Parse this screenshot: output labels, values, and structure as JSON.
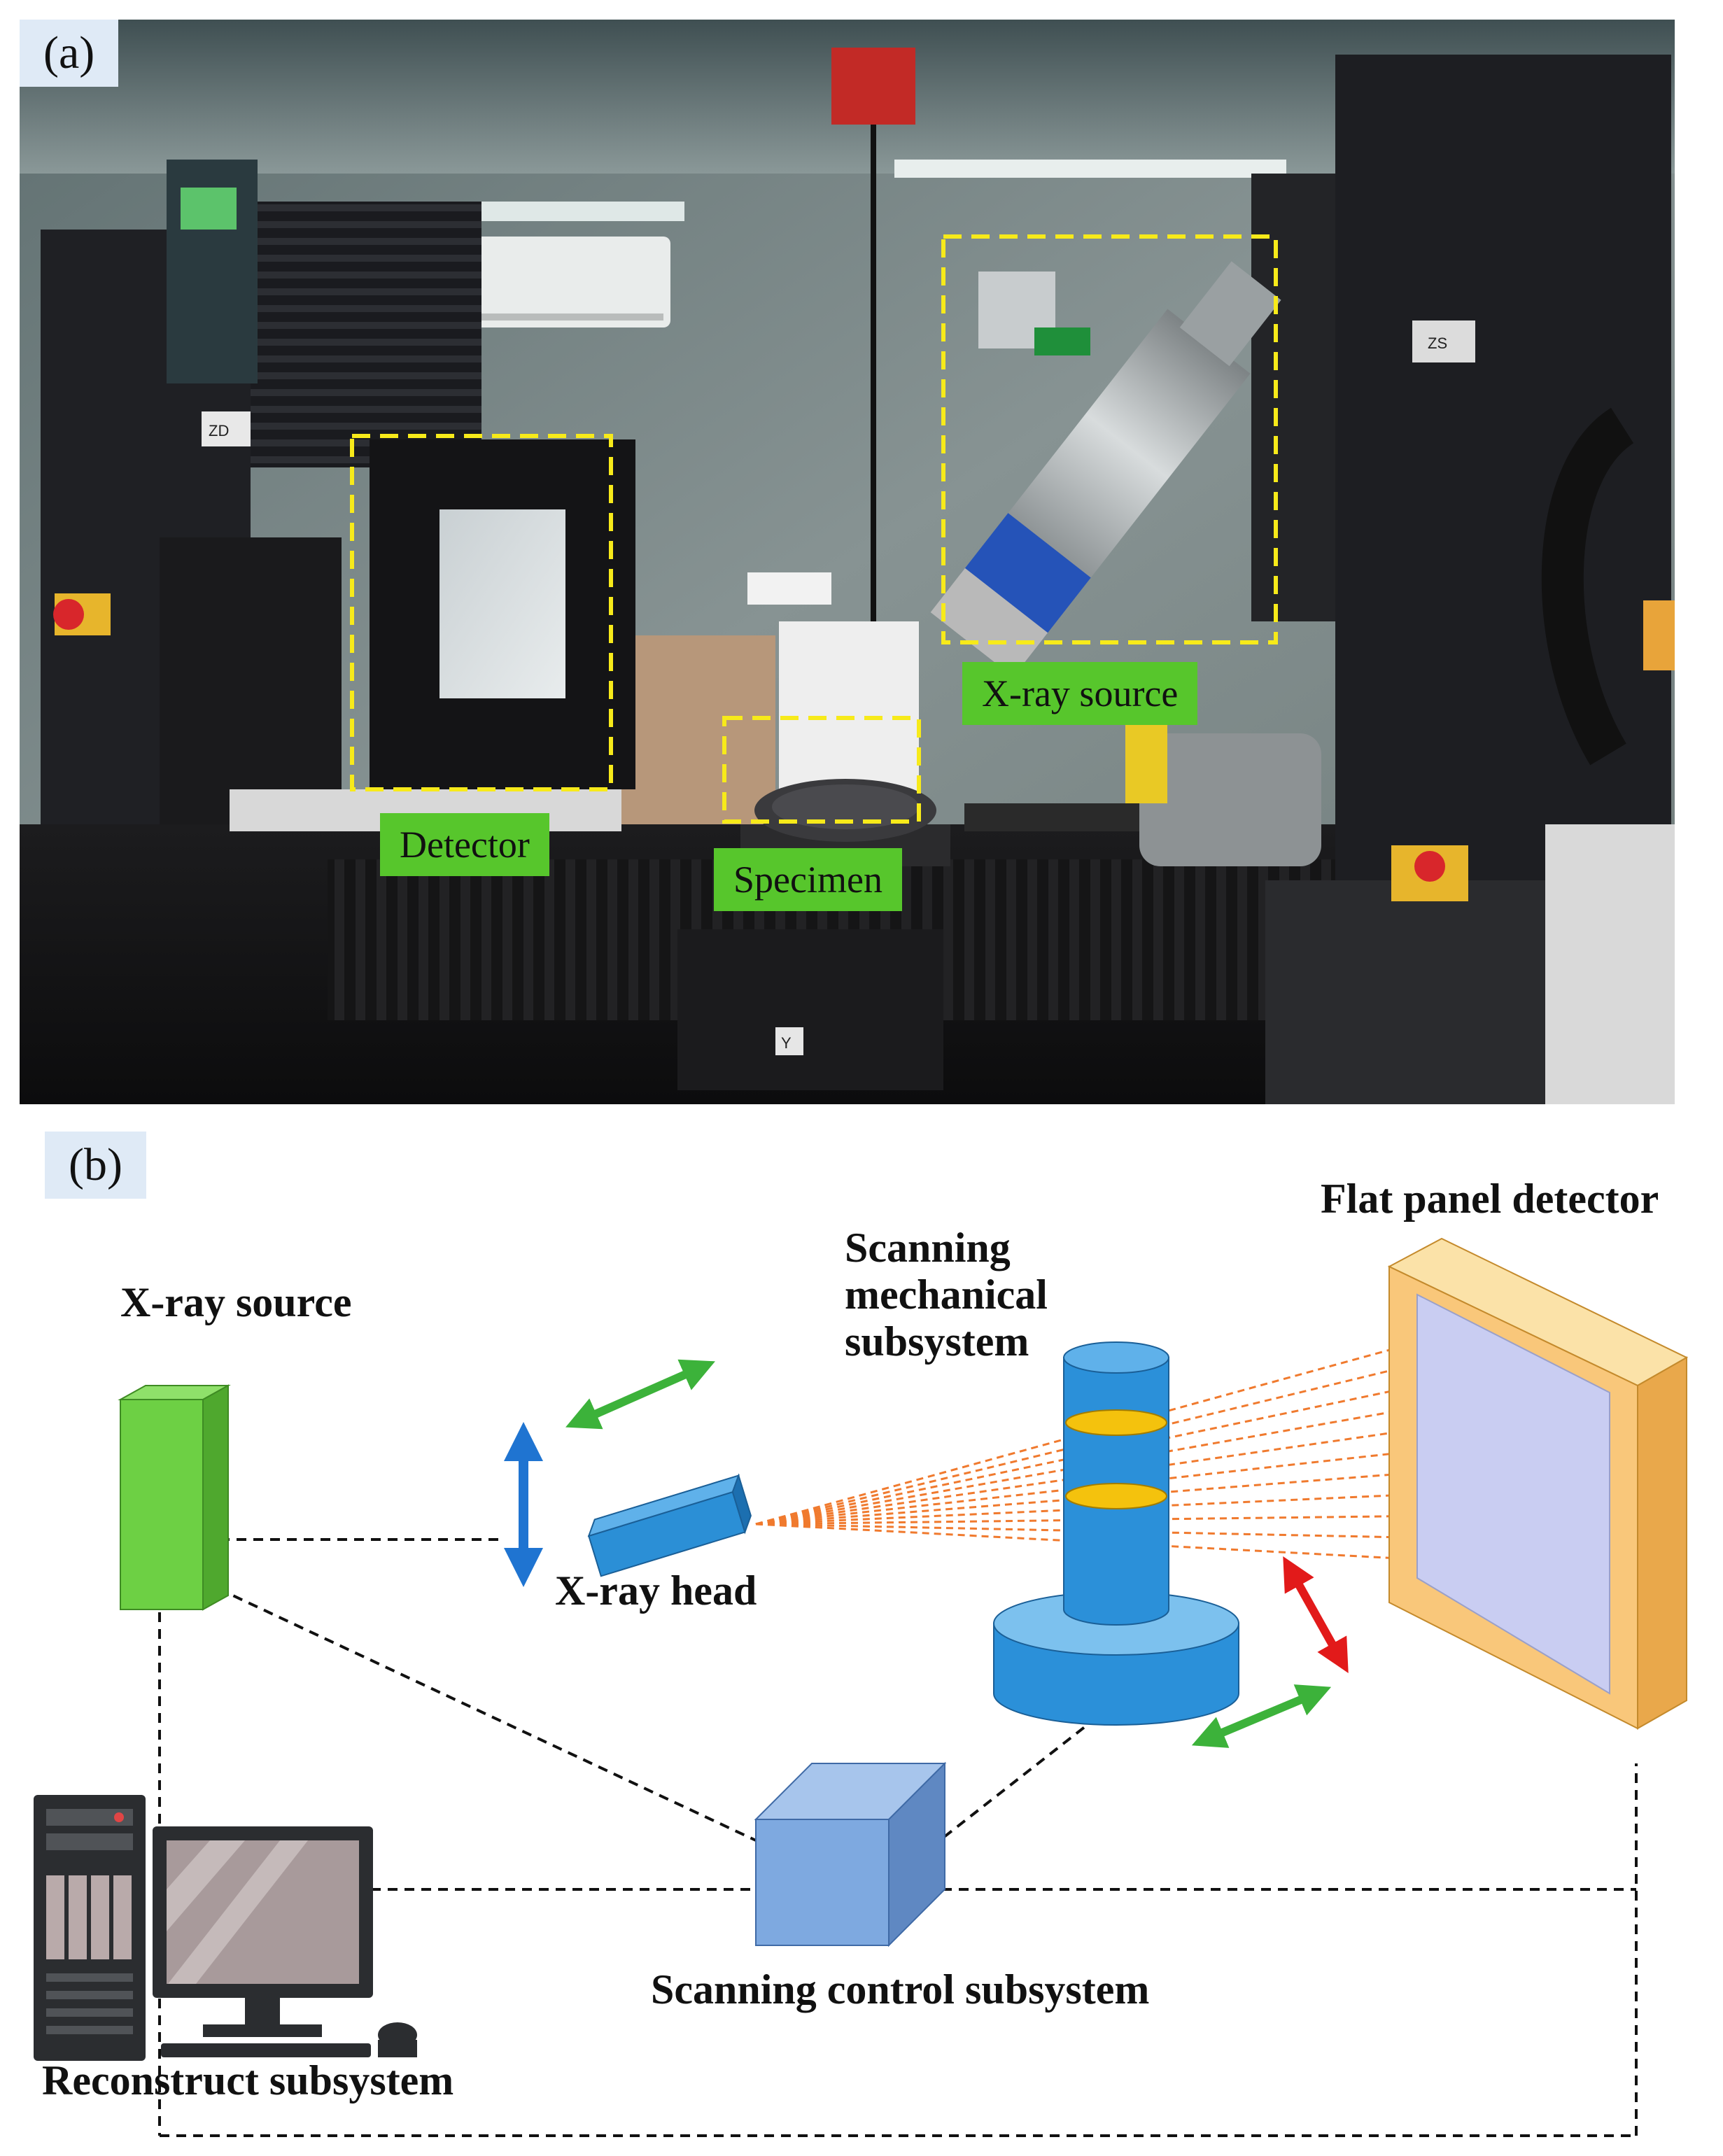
{
  "panel_a": {
    "tag": "(a)",
    "callouts": [
      {
        "id": "detector",
        "label": "Detector"
      },
      {
        "id": "specimen",
        "label": "Specimen"
      },
      {
        "id": "xray_source",
        "label": "X-ray source"
      }
    ],
    "photo_markings": {
      "zd": "ZD",
      "zs": "ZS",
      "y": "Y"
    }
  },
  "panel_b": {
    "tag": "(b)",
    "labels": {
      "xray_source": "X-ray source",
      "xray_head": "X-ray head",
      "scanning_mech_1": "Scanning",
      "scanning_mech_2": "mechanical",
      "scanning_mech_3": "subsystem",
      "flat_panel": "Flat panel detector",
      "scanning_control": "Scanning control subsystem",
      "reconstruct": "Reconstruct subsystem"
    }
  },
  "colors": {
    "highlight_box": "#f7ea1a",
    "label_bg": "#57c62c",
    "tag_bg": "#dfeaf6",
    "xray_source": "#6dd044",
    "xray_head": "#2b8fd6",
    "column": "#2b90d9",
    "disc": "#f4c20d",
    "detector_frame": "#f9c77a",
    "detector_screen": "#c9cdf2",
    "control_box": "#7ea9e0",
    "arrow_blue": "#1f74d1",
    "arrow_green": "#3cb23a",
    "arrow_red": "#e21a1a",
    "beam": "#f07a2e"
  }
}
